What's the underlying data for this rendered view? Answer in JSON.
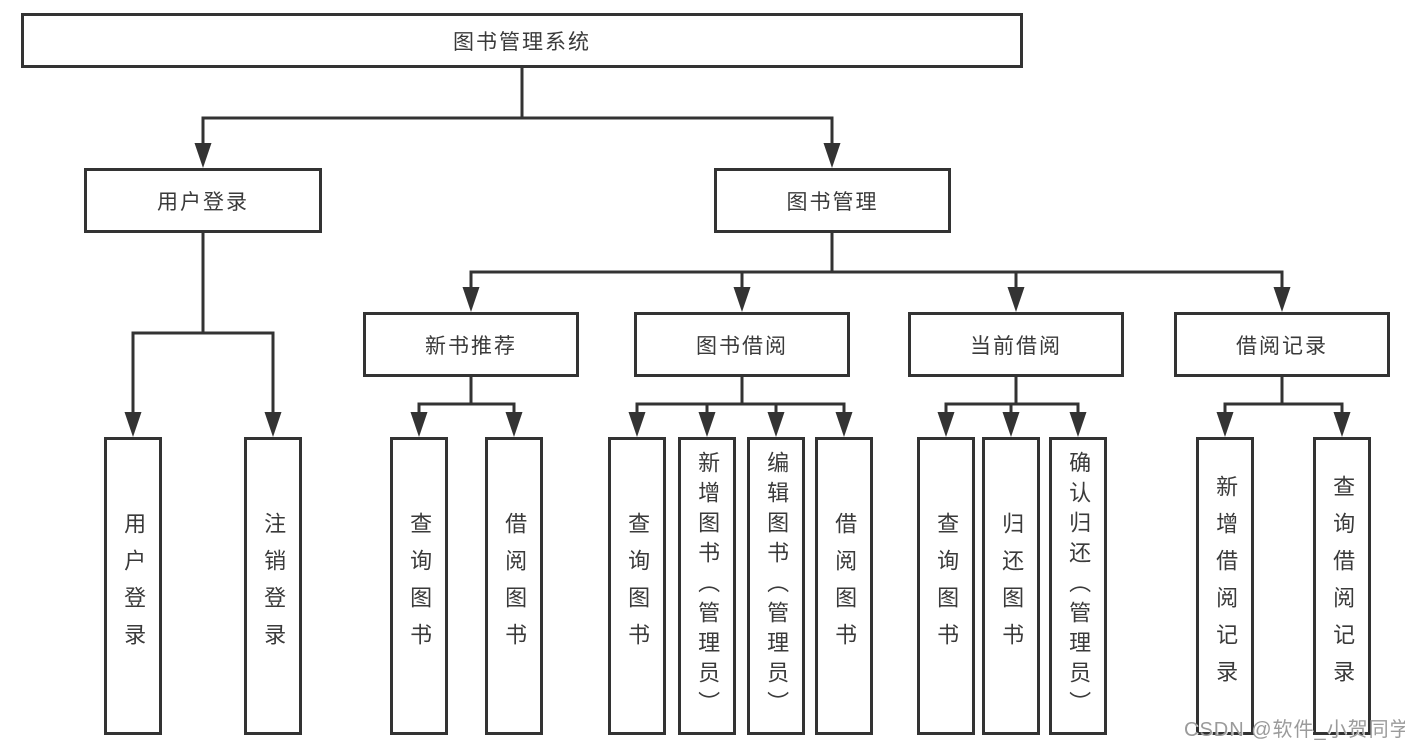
{
  "tree": {
    "root": "图书管理系统",
    "branches": [
      {
        "label": "用户登录",
        "children": [
          "用户登录",
          "注销登录"
        ]
      },
      {
        "label": "图书管理",
        "sections": [
          {
            "label": "新书推荐",
            "children": [
              "查询图书",
              "借阅图书"
            ]
          },
          {
            "label": "图书借阅",
            "children": [
              "查询图书",
              "新增图书（管理员）",
              "编辑图书（管理员）",
              "借阅图书"
            ]
          },
          {
            "label": "当前借阅",
            "children": [
              "查询图书",
              "归还图书",
              "确认归还（管理员）"
            ]
          },
          {
            "label": "借阅记录",
            "children": [
              "新增借阅记录",
              "查询借阅记录"
            ]
          }
        ]
      }
    ]
  },
  "watermark": "CSDN @软件_小贺同学",
  "colors": {
    "line": "#333333",
    "border": "#333333",
    "text": "#3a3a3a",
    "box_background": "#ffffff",
    "page_background": "#ffffff",
    "watermark": "#9b9b9b"
  }
}
